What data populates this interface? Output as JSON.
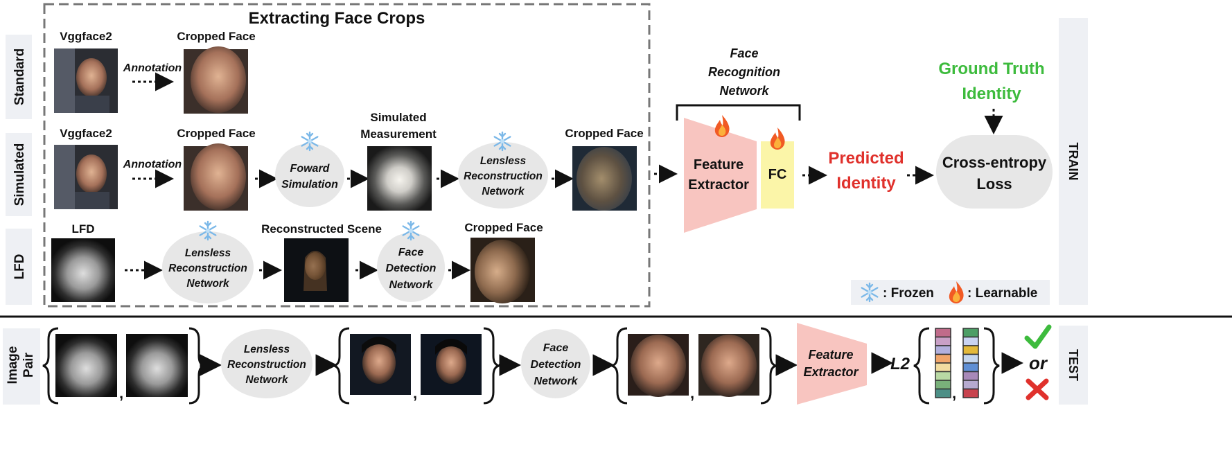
{
  "title": "Extracting Face Crops",
  "rows": {
    "standard": "Standard",
    "simulated": "Simulated",
    "lfd": "LFD"
  },
  "labels": {
    "vggface2": "Vggface2",
    "cropped_face": "Cropped Face",
    "annotation": "Annotation",
    "simulated_measurement_1": "Simulated",
    "simulated_measurement_2": "Measurement",
    "lfd_input": "LFD",
    "reconstructed_scene": "Reconstructed Scene"
  },
  "nodes": {
    "forward_sim_1": "Foward",
    "forward_sim_2": "Simulation",
    "lensless_1": "Lensless",
    "lensless_2": "Reconstruction",
    "lensless_3": "Network",
    "face_det_1": "Face",
    "face_det_2": "Detection",
    "face_det_3": "Network"
  },
  "network": {
    "title_1": "Face",
    "title_2": "Recognition",
    "title_3": "Network",
    "feature_1": "Feature",
    "feature_2": "Extractor",
    "fc": "FC"
  },
  "outputs": {
    "predicted_1": "Predicted",
    "predicted_2": "Identity",
    "gt_1": "Ground Truth",
    "gt_2": "Identity",
    "loss_1": "Cross-entropy",
    "loss_2": "Loss"
  },
  "legend": {
    "frozen": ": Frozen",
    "learnable": ": Learnable"
  },
  "side": {
    "train": "TRAIN",
    "test": "TEST"
  },
  "test": {
    "image_pair_1": "Image",
    "image_pair_2": "Pair",
    "comma": ",",
    "feature_1": "Feature",
    "feature_2": "Extractor",
    "l2": "L2",
    "or": "or"
  },
  "colors": {
    "pink": "#f8c5c0",
    "yellow": "#fbf5a8",
    "green": "#3dbb3d",
    "red": "#e0312c",
    "node_gray": "#e7e7e7",
    "label_bg": "#eef0f4",
    "embedding_a": [
      "#c06b8a",
      "#c9a0c6",
      "#b2b0dd",
      "#f0a56a",
      "#f2dca0",
      "#b9d9a4",
      "#79b07a",
      "#4c8f86"
    ],
    "embedding_b": [
      "#4c9e66",
      "#c9d3f2",
      "#e3b93b",
      "#c4d6ee",
      "#5f8fd4",
      "#a889b8",
      "#b6aacf",
      "#c8434e"
    ]
  },
  "icons": [
    "snowflake-icon",
    "fire-icon",
    "check-icon",
    "cross-icon"
  ]
}
